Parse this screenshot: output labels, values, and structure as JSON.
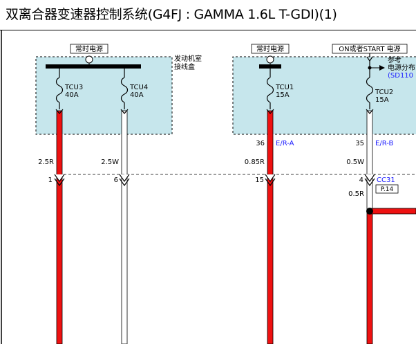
{
  "title": "双离合器变速器控制系统(G4FJ : GAMMA 1.6L T-GDI)(1)",
  "left_box": {
    "power_label": "常时电源",
    "location_label_line1": "发动机室",
    "location_label_line2": "接线盒",
    "fuses": [
      {
        "name": "TCU3",
        "rating": "40A"
      },
      {
        "name": "TCU4",
        "rating": "40A"
      }
    ]
  },
  "right_box": {
    "power_label_1": "常时电源",
    "power_label_2": "ON或者START 电源",
    "ref_line1": "参考",
    "ref_line2": "电源分布",
    "ref_line3": "(SD110",
    "fuses": [
      {
        "name": "TCU1",
        "rating": "15A"
      },
      {
        "name": "TCU2",
        "rating": "15A"
      }
    ]
  },
  "box_pins": [
    {
      "pin": "36",
      "connector": "E/R-A"
    },
    {
      "pin": "35",
      "connector": "E/R-B"
    }
  ],
  "wires": [
    {
      "spec": "2.5R",
      "pin": "1",
      "color": "red"
    },
    {
      "spec": "2.5W",
      "pin": "6",
      "color": "white"
    },
    {
      "spec": "0.85R",
      "pin": "15",
      "color": "red"
    },
    {
      "spec": "0.5W",
      "pin": "4",
      "color": "white"
    }
  ],
  "connector_ref": "CC31",
  "page_ref": "P.14",
  "branch_wire_spec": "0.5R",
  "colors": {
    "box_fill": "#c6e6ec",
    "wire_red": "#ee1111",
    "wire_white": "#ffffff",
    "ref_blue": "#1a1aff"
  }
}
